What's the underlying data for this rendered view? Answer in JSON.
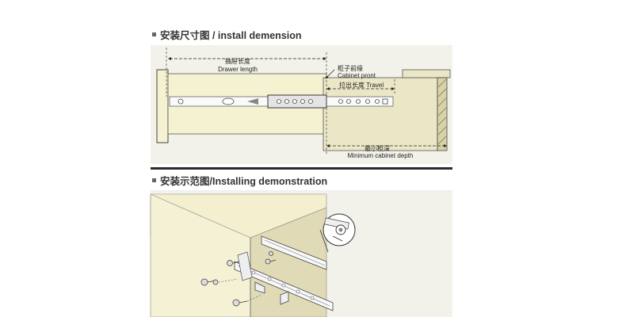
{
  "sections": {
    "dimension_title": "安装尺寸图 / install demension",
    "demo_title": "安装示范图/Installing demonstration"
  },
  "labels": {
    "drawer_length_cn": "抽屉长度",
    "drawer_length_en": "Drawer length",
    "cabinet_front_cn": "柜子前缘",
    "cabinet_front_en": "Cabinet pront",
    "travel": "拉出长度 Travel",
    "min_depth_cn": "最小柜深",
    "min_depth_en": "Minimum cabinet depth"
  },
  "colors": {
    "panel_bg": "#f2f2ea",
    "drawer_fill": "#f5f2d2",
    "cabinet_fill": "#ebe7c6",
    "rail": "#8a8a8a",
    "divider": "#2b2b2b"
  }
}
